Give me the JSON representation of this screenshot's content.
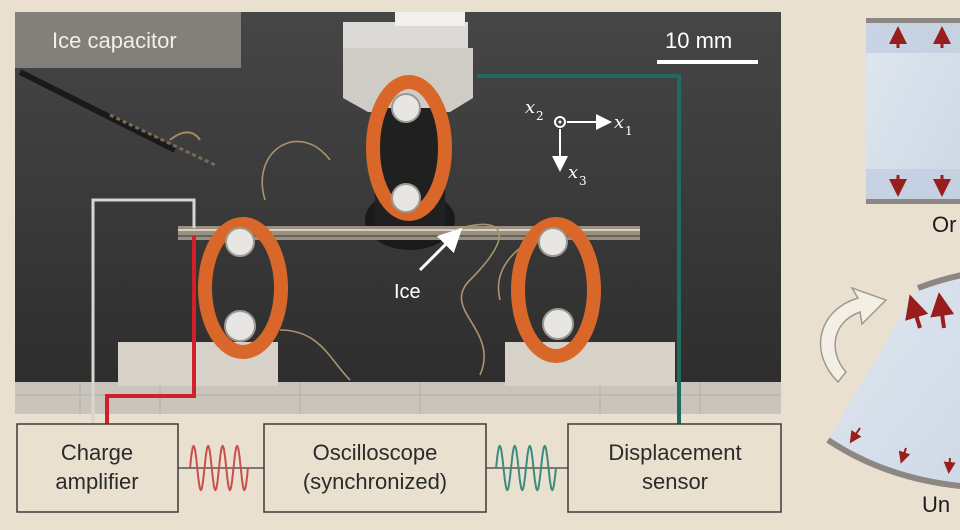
{
  "photo": {
    "label": "Ice capacitor",
    "scale_bar": "10 mm",
    "axes": {
      "x1": "x",
      "x1_sub": "1",
      "x2": "x",
      "x2_sub": "2",
      "x3": "x",
      "x3_sub": "3"
    },
    "ice_label": "Ice"
  },
  "instruments": {
    "charge_amplifier": [
      "Charge",
      "amplifier"
    ],
    "oscilloscope": [
      "Oscilloscope",
      "(synchronized)"
    ],
    "displacement_sensor": [
      "Displacement",
      "sensor"
    ]
  },
  "side_panel": {
    "top_caption_fragment": "Or",
    "bottom_caption_fragment": "Un"
  },
  "colors": {
    "background": "#e9e0cf",
    "charge_wire": "#d0202a",
    "sensor_wire": "#1f6b5e",
    "wave_red": "#c8504a",
    "wave_teal": "#3d8b7e",
    "arrow_dark_red": "#9a1d1d"
  }
}
